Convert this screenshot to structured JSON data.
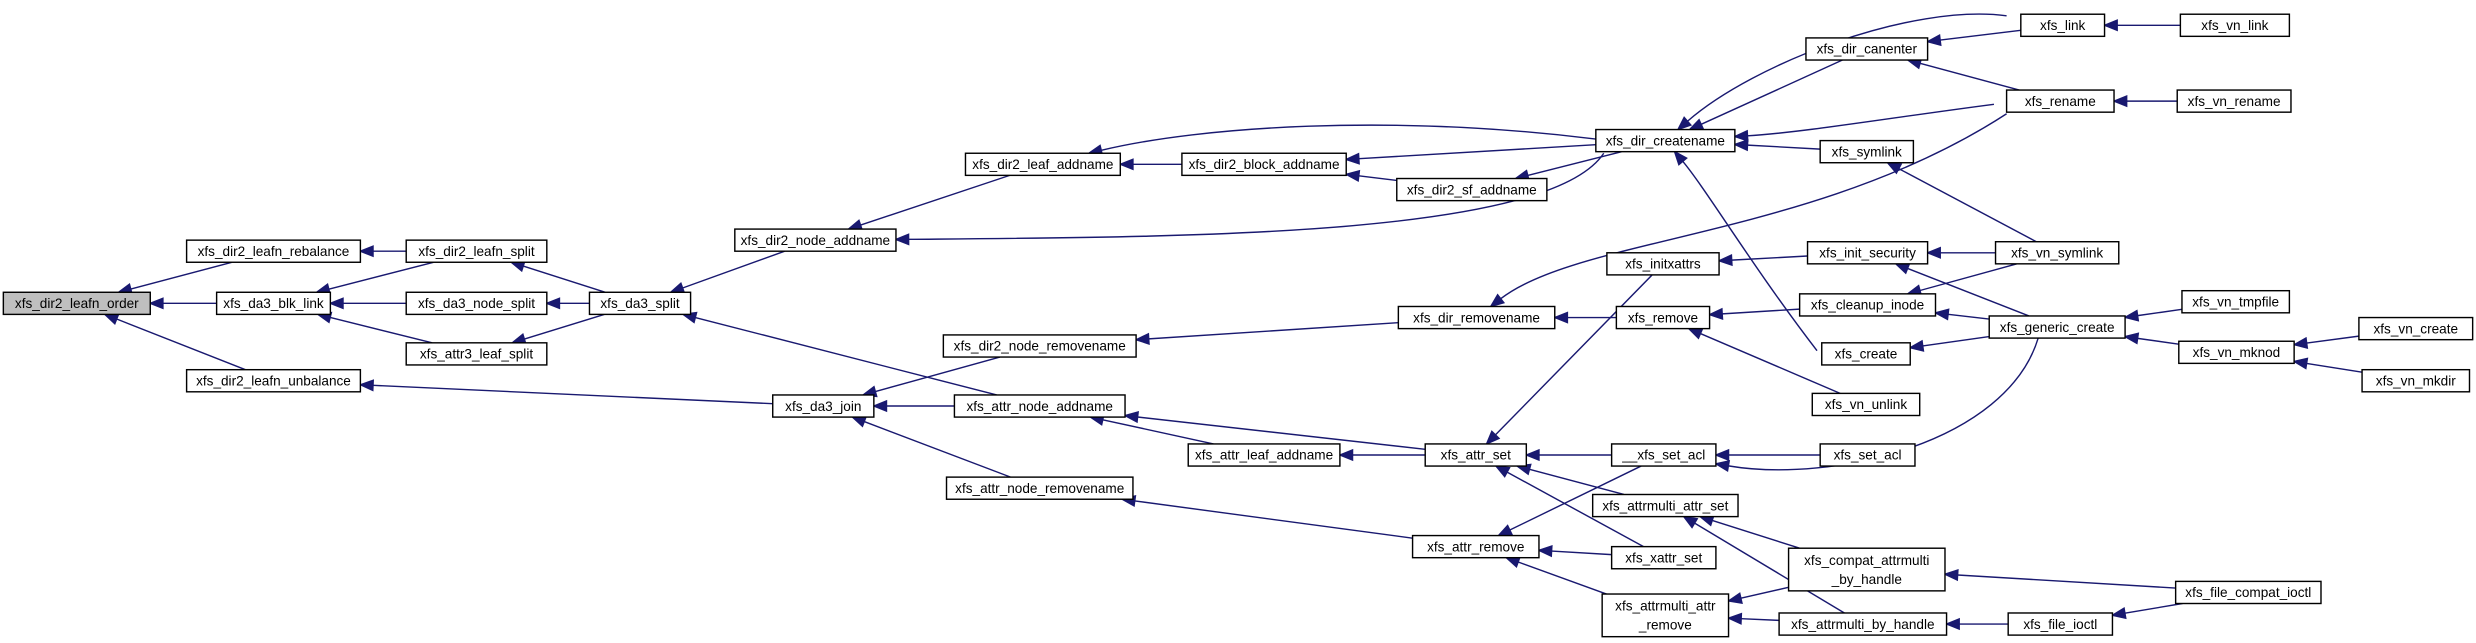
{
  "nodes": [
    {
      "id": "xfs_dir2_leafn_order",
      "lines": [
        "xfs_dir2_leafn_order"
      ],
      "root": true
    },
    {
      "id": "xfs_dir2_leafn_rebalance",
      "lines": [
        "xfs_dir2_leafn_rebalance"
      ]
    },
    {
      "id": "xfs_da3_blk_link",
      "lines": [
        "xfs_da3_blk_link"
      ]
    },
    {
      "id": "xfs_dir2_leafn_unbalance",
      "lines": [
        "xfs_dir2_leafn_unbalance"
      ]
    },
    {
      "id": "xfs_dir2_leafn_split",
      "lines": [
        "xfs_dir2_leafn_split"
      ]
    },
    {
      "id": "xfs_da3_node_split",
      "lines": [
        "xfs_da3_node_split"
      ]
    },
    {
      "id": "xfs_attr3_leaf_split",
      "lines": [
        "xfs_attr3_leaf_split"
      ]
    },
    {
      "id": "xfs_da3_split",
      "lines": [
        "xfs_da3_split"
      ]
    },
    {
      "id": "xfs_da3_join",
      "lines": [
        "xfs_da3_join"
      ]
    },
    {
      "id": "xfs_dir2_node_addname",
      "lines": [
        "xfs_dir2_node_addname"
      ]
    },
    {
      "id": "xfs_dir2_leaf_addname",
      "lines": [
        "xfs_dir2_leaf_addname"
      ]
    },
    {
      "id": "xfs_dir2_node_removename",
      "lines": [
        "xfs_dir2_node_removename"
      ]
    },
    {
      "id": "xfs_attr_node_addname",
      "lines": [
        "xfs_attr_node_addname"
      ]
    },
    {
      "id": "xfs_attr_node_removename",
      "lines": [
        "xfs_attr_node_removename"
      ]
    },
    {
      "id": "xfs_dir2_block_addname",
      "lines": [
        "xfs_dir2_block_addname"
      ]
    },
    {
      "id": "xfs_dir2_sf_addname",
      "lines": [
        "xfs_dir2_sf_addname"
      ]
    },
    {
      "id": "xfs_attr_leaf_addname",
      "lines": [
        "xfs_attr_leaf_addname"
      ]
    },
    {
      "id": "xfs_dir_removename",
      "lines": [
        "xfs_dir_removename"
      ]
    },
    {
      "id": "xfs_attr_set",
      "lines": [
        "xfs_attr_set"
      ]
    },
    {
      "id": "xfs_attr_remove",
      "lines": [
        "xfs_attr_remove"
      ]
    },
    {
      "id": "xfs_dir_createname",
      "lines": [
        "xfs_dir_createname"
      ]
    },
    {
      "id": "xfs_initxattrs",
      "lines": [
        "xfs_initxattrs"
      ]
    },
    {
      "id": "xfs_remove",
      "lines": [
        "xfs_remove"
      ]
    },
    {
      "id": "__xfs_set_acl",
      "lines": [
        "__xfs_set_acl"
      ]
    },
    {
      "id": "xfs_attrmulti_attr_set",
      "lines": [
        "xfs_attrmulti_attr_set"
      ]
    },
    {
      "id": "xfs_xattr_set",
      "lines": [
        "xfs_xattr_set"
      ]
    },
    {
      "id": "xfs_attrmulti_attr_remove",
      "lines": [
        "xfs_attrmulti_attr",
        "_remove"
      ]
    },
    {
      "id": "xfs_dir_canenter",
      "lines": [
        "xfs_dir_canenter"
      ]
    },
    {
      "id": "xfs_symlink",
      "lines": [
        "xfs_symlink"
      ]
    },
    {
      "id": "xfs_init_security",
      "lines": [
        "xfs_init_security"
      ]
    },
    {
      "id": "xfs_cleanup_inode",
      "lines": [
        "xfs_cleanup_inode"
      ]
    },
    {
      "id": "xfs_create",
      "lines": [
        "xfs_create"
      ]
    },
    {
      "id": "xfs_vn_unlink",
      "lines": [
        "xfs_vn_unlink"
      ]
    },
    {
      "id": "xfs_set_acl",
      "lines": [
        "xfs_set_acl"
      ]
    },
    {
      "id": "xfs_compat_attrmulti_by_handle",
      "lines": [
        "xfs_compat_attrmulti",
        "_by_handle"
      ]
    },
    {
      "id": "xfs_attrmulti_by_handle",
      "lines": [
        "xfs_attrmulti_by_handle"
      ]
    },
    {
      "id": "xfs_link",
      "lines": [
        "xfs_link"
      ]
    },
    {
      "id": "xfs_rename",
      "lines": [
        "xfs_rename"
      ]
    },
    {
      "id": "xfs_vn_symlink",
      "lines": [
        "xfs_vn_symlink"
      ]
    },
    {
      "id": "xfs_generic_create",
      "lines": [
        "xfs_generic_create"
      ]
    },
    {
      "id": "xfs_file_ioctl",
      "lines": [
        "xfs_file_ioctl"
      ]
    },
    {
      "id": "xfs_file_compat_ioctl",
      "lines": [
        "xfs_file_compat_ioctl"
      ]
    },
    {
      "id": "xfs_vn_link",
      "lines": [
        "xfs_vn_link"
      ]
    },
    {
      "id": "xfs_vn_rename",
      "lines": [
        "xfs_vn_rename"
      ]
    },
    {
      "id": "xfs_vn_tmpfile",
      "lines": [
        "xfs_vn_tmpfile"
      ]
    },
    {
      "id": "xfs_vn_mknod",
      "lines": [
        "xfs_vn_mknod"
      ]
    },
    {
      "id": "xfs_vn_create",
      "lines": [
        "xfs_vn_create"
      ]
    },
    {
      "id": "xfs_vn_mkdir",
      "lines": [
        "xfs_vn_mkdir"
      ]
    }
  ],
  "edges": [
    {
      "caller": "xfs_dir2_leafn_rebalance",
      "callee": "xfs_dir2_leafn_order"
    },
    {
      "caller": "xfs_da3_blk_link",
      "callee": "xfs_dir2_leafn_order"
    },
    {
      "caller": "xfs_dir2_leafn_unbalance",
      "callee": "xfs_dir2_leafn_order"
    },
    {
      "caller": "xfs_dir2_leafn_split",
      "callee": "xfs_dir2_leafn_rebalance"
    },
    {
      "caller": "xfs_dir2_leafn_split",
      "callee": "xfs_da3_blk_link"
    },
    {
      "caller": "xfs_da3_node_split",
      "callee": "xfs_da3_blk_link"
    },
    {
      "caller": "xfs_attr3_leaf_split",
      "callee": "xfs_da3_blk_link"
    },
    {
      "caller": "xfs_da3_join",
      "callee": "xfs_dir2_leafn_unbalance"
    },
    {
      "caller": "xfs_da3_split",
      "callee": "xfs_dir2_leafn_split"
    },
    {
      "caller": "xfs_da3_split",
      "callee": "xfs_da3_node_split"
    },
    {
      "caller": "xfs_da3_split",
      "callee": "xfs_attr3_leaf_split"
    },
    {
      "caller": "xfs_dir2_node_addname",
      "callee": "xfs_da3_split"
    },
    {
      "caller": "xfs_attr_node_addname",
      "callee": "xfs_da3_split"
    },
    {
      "caller": "xfs_dir2_node_removename",
      "callee": "xfs_da3_join"
    },
    {
      "caller": "xfs_attr_node_addname",
      "callee": "xfs_da3_join"
    },
    {
      "caller": "xfs_attr_node_removename",
      "callee": "xfs_da3_join"
    },
    {
      "caller": "xfs_dir2_leaf_addname",
      "callee": "xfs_dir2_node_addname"
    },
    {
      "caller": "xfs_dir_createname",
      "callee": "xfs_dir2_node_addname"
    },
    {
      "caller": "xfs_dir2_block_addname",
      "callee": "xfs_dir2_leaf_addname"
    },
    {
      "caller": "xfs_dir_createname",
      "callee": "xfs_dir2_leaf_addname"
    },
    {
      "caller": "xfs_dir_removename",
      "callee": "xfs_dir2_node_removename"
    },
    {
      "caller": "xfs_attr_leaf_addname",
      "callee": "xfs_attr_node_addname"
    },
    {
      "caller": "xfs_attr_set",
      "callee": "xfs_attr_node_addname"
    },
    {
      "caller": "xfs_attr_remove",
      "callee": "xfs_attr_node_removename"
    },
    {
      "caller": "xfs_dir2_sf_addname",
      "callee": "xfs_dir2_block_addname"
    },
    {
      "caller": "xfs_dir_createname",
      "callee": "xfs_dir2_block_addname"
    },
    {
      "caller": "xfs_dir_createname",
      "callee": "xfs_dir2_sf_addname"
    },
    {
      "caller": "xfs_remove",
      "callee": "xfs_dir_removename"
    },
    {
      "caller": "xfs_rename",
      "callee": "xfs_dir_removename"
    },
    {
      "caller": "xfs_attr_set",
      "callee": "xfs_attr_leaf_addname"
    },
    {
      "caller": "xfs_initxattrs",
      "callee": "xfs_attr_set"
    },
    {
      "caller": "__xfs_set_acl",
      "callee": "xfs_attr_set"
    },
    {
      "caller": "xfs_attrmulti_attr_set",
      "callee": "xfs_attr_set"
    },
    {
      "caller": "xfs_xattr_set",
      "callee": "xfs_attr_set"
    },
    {
      "caller": "__xfs_set_acl",
      "callee": "xfs_attr_remove"
    },
    {
      "caller": "xfs_xattr_set",
      "callee": "xfs_attr_remove"
    },
    {
      "caller": "xfs_attrmulti_attr_remove",
      "callee": "xfs_attr_remove"
    },
    {
      "caller": "xfs_link",
      "callee": "xfs_dir_createname"
    },
    {
      "caller": "xfs_dir_canenter",
      "callee": "xfs_dir_createname"
    },
    {
      "caller": "xfs_rename",
      "callee": "xfs_dir_createname"
    },
    {
      "caller": "xfs_symlink",
      "callee": "xfs_dir_createname"
    },
    {
      "caller": "xfs_create",
      "callee": "xfs_dir_createname"
    },
    {
      "caller": "xfs_link",
      "callee": "xfs_dir_canenter"
    },
    {
      "caller": "xfs_rename",
      "callee": "xfs_dir_canenter"
    },
    {
      "caller": "xfs_init_security",
      "callee": "xfs_initxattrs"
    },
    {
      "caller": "xfs_cleanup_inode",
      "callee": "xfs_remove"
    },
    {
      "caller": "xfs_vn_unlink",
      "callee": "xfs_remove"
    },
    {
      "caller": "xfs_set_acl",
      "callee": "__xfs_set_acl"
    },
    {
      "caller": "xfs_generic_create",
      "callee": "__xfs_set_acl"
    },
    {
      "caller": "xfs_compat_attrmulti_by_handle",
      "callee": "xfs_attrmulti_attr_set"
    },
    {
      "caller": "xfs_attrmulti_by_handle",
      "callee": "xfs_attrmulti_attr_set"
    },
    {
      "caller": "xfs_compat_attrmulti_by_handle",
      "callee": "xfs_attrmulti_attr_remove"
    },
    {
      "caller": "xfs_attrmulti_by_handle",
      "callee": "xfs_attrmulti_attr_remove"
    },
    {
      "caller": "xfs_vn_symlink",
      "callee": "xfs_symlink"
    },
    {
      "caller": "xfs_vn_symlink",
      "callee": "xfs_init_security"
    },
    {
      "caller": "xfs_generic_create",
      "callee": "xfs_init_security"
    },
    {
      "caller": "xfs_vn_symlink",
      "callee": "xfs_cleanup_inode"
    },
    {
      "caller": "xfs_generic_create",
      "callee": "xfs_cleanup_inode"
    },
    {
      "caller": "xfs_generic_create",
      "callee": "xfs_create"
    },
    {
      "caller": "xfs_file_compat_ioctl",
      "callee": "xfs_compat_attrmulti_by_handle"
    },
    {
      "caller": "xfs_file_ioctl",
      "callee": "xfs_attrmulti_by_handle"
    },
    {
      "caller": "xfs_vn_link",
      "callee": "xfs_link"
    },
    {
      "caller": "xfs_vn_rename",
      "callee": "xfs_rename"
    },
    {
      "caller": "xfs_vn_tmpfile",
      "callee": "xfs_generic_create"
    },
    {
      "caller": "xfs_vn_mknod",
      "callee": "xfs_generic_create"
    },
    {
      "caller": "xfs_file_compat_ioctl",
      "callee": "xfs_file_ioctl"
    },
    {
      "caller": "xfs_vn_create",
      "callee": "xfs_vn_mknod"
    },
    {
      "caller": "xfs_vn_mkdir",
      "callee": "xfs_vn_mknod"
    }
  ]
}
